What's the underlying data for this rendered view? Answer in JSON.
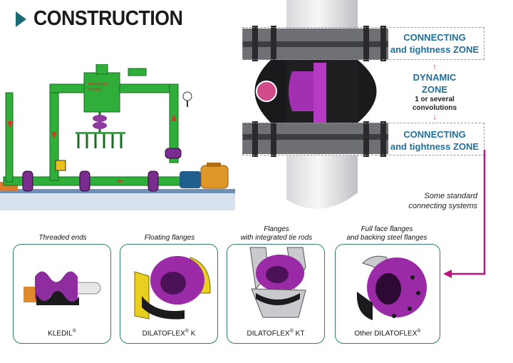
{
  "header": {
    "title": "CONSTRUCTION"
  },
  "zones": {
    "top": {
      "line1": "CONNECTING",
      "line2": "and tightness ZONE"
    },
    "dynamic": {
      "title": "DYNAMIC ZONE",
      "sub1": "1 or several",
      "sub2": "convolutions"
    },
    "bottom": {
      "line1": "CONNECTING",
      "line2": "and tightness ZONE"
    }
  },
  "standard": {
    "line1": "Some standard",
    "line2": "connecting systems"
  },
  "systems": [
    {
      "caption1": "",
      "caption2": "Threaded ends",
      "product": "KLEDIL",
      "mark": "®",
      "suffix": ""
    },
    {
      "caption1": "",
      "caption2": "Floating flanges",
      "product": "DILATOFLEX",
      "mark": "®",
      "suffix": " K"
    },
    {
      "caption1": "Flanges",
      "caption2": "with integrated tie rods",
      "product": "DILATOFLEX",
      "mark": "®",
      "suffix": " KT"
    },
    {
      "caption1": "Full face flanges",
      "caption2": "and backing steel flanges",
      "product": "Other DILATOFLEX",
      "mark": "®",
      "suffix": ""
    }
  ],
  "colors": {
    "pipe_green": "#2fae3a",
    "zone_blue": "#1f6f9a",
    "arrow_magenta": "#c0157c",
    "card_border": "#2f7c6f",
    "rubber_purple": "#9b2aa6"
  }
}
